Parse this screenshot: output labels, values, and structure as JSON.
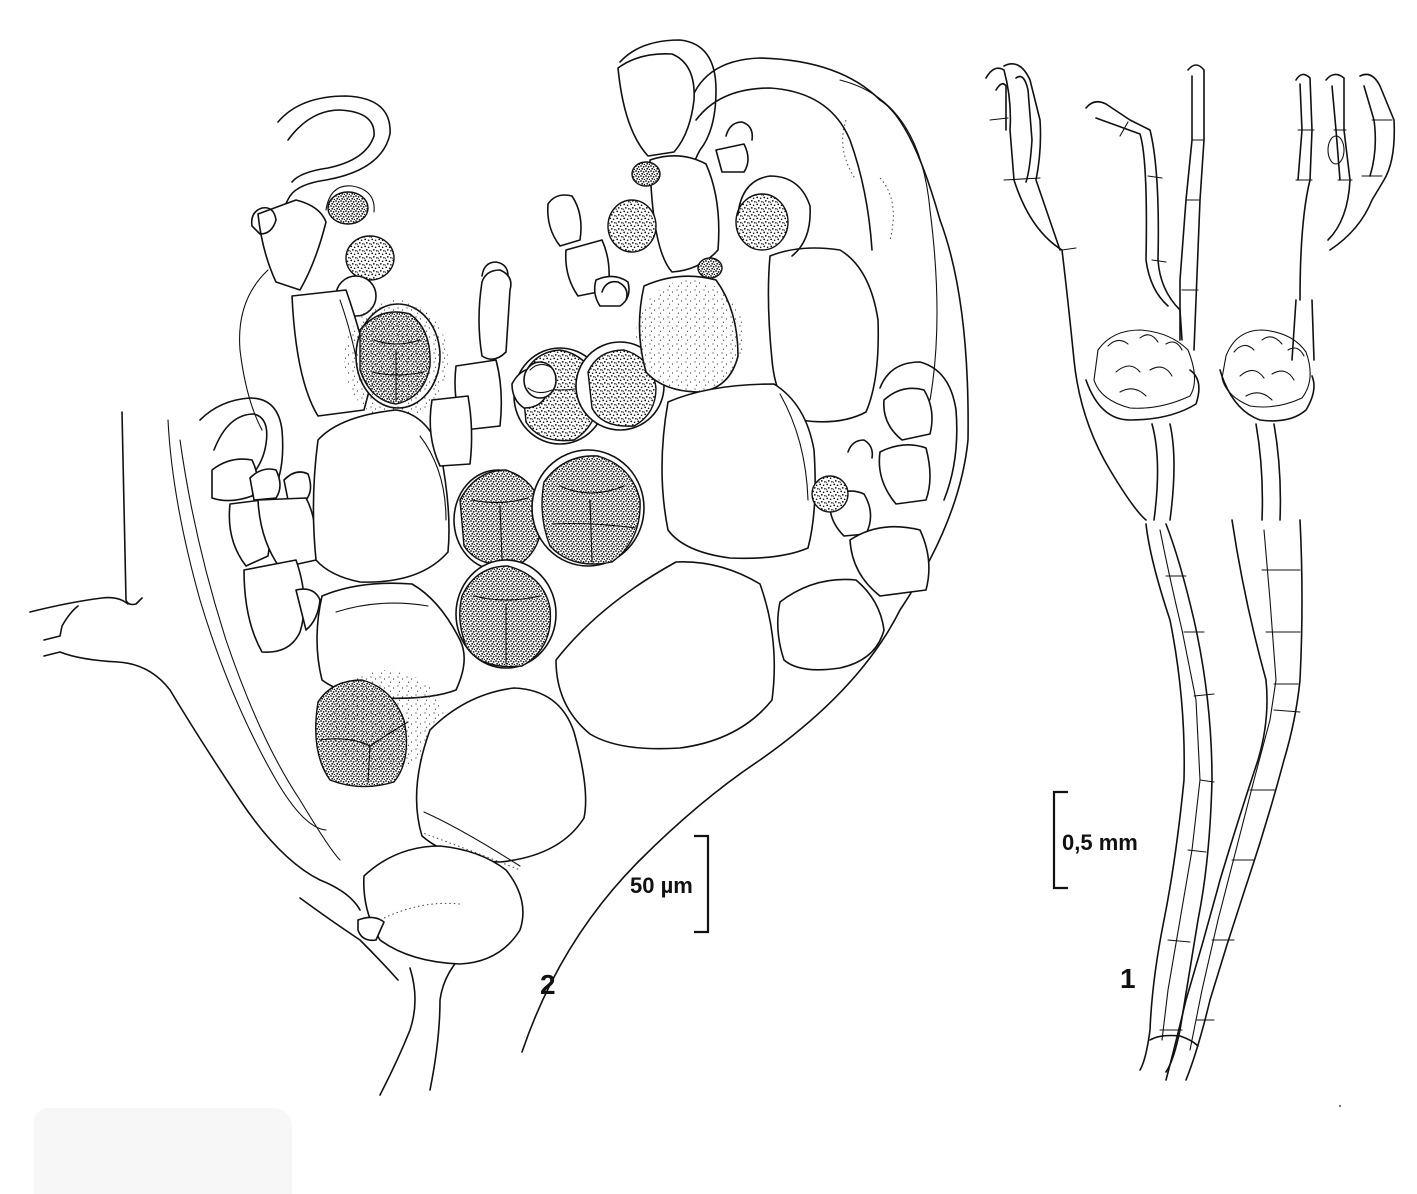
{
  "figure": {
    "panel_labels": {
      "panel_1": "1",
      "panel_2": "2"
    },
    "scale_bars": {
      "panel_1": "0,5 mm",
      "panel_2": "50 µm"
    }
  }
}
